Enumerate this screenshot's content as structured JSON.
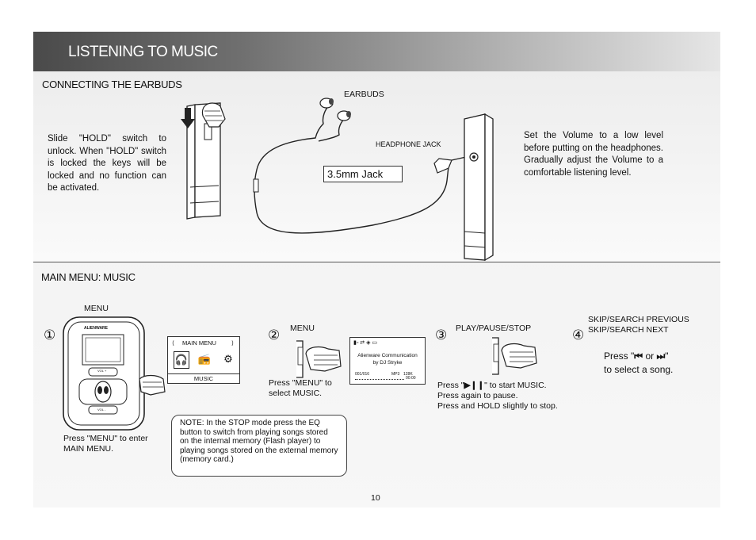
{
  "header": {
    "title": "LISTENING TO MUSIC"
  },
  "earbuds_section": {
    "title": "CONNECTING THE EARBUDS",
    "hold_text": "Slide \"HOLD\" switch to unlock. When \"HOLD\" switch is locked the keys will be locked and no function can be activated.",
    "earbuds_label": "EARBUDS",
    "headphone_jack_label": "HEADPHONE JACK",
    "jack_size": "3.5mm Jack",
    "volume_text": "Set the Volume to a low level before putting on the headphones. Gradually adjust the Volume to a comfortable listening level."
  },
  "menu_section": {
    "title": "MAIN MENU: MUSIC",
    "step1": {
      "number": "①",
      "label": "MENU",
      "caption": "Press \"MENU\" to enter MAIN MENU.",
      "brand": "ALIENWARE",
      "vol_up": "VOL +",
      "vol_down": "VOL -",
      "screen_title": "MAIN MENU",
      "screen_item": "MUSIC"
    },
    "step2": {
      "number": "②",
      "label": "MENU",
      "caption": "Press \"MENU\" to select MUSIC.",
      "screen_line1": "Alienware Communication",
      "screen_line2": "by DJ Stryke",
      "track": "001/016",
      "format": "MP3",
      "bitrate": "128K",
      "time": "00:00"
    },
    "step3": {
      "number": "③",
      "label": "PLAY/PAUSE/STOP",
      "caption_pre": "Press \"",
      "caption_post": "\" to start MUSIC.",
      "line2": "Press again to pause.",
      "line3": "Press and HOLD slightly to stop."
    },
    "step4": {
      "number": "④",
      "label_line1": "SKIP/SEARCH PREVIOUS",
      "label_line2": "SKIP/SEARCH NEXT",
      "caption_pre": "Press \"",
      "caption_or": "or",
      "caption_post": "\"",
      "caption_line2": "to select a song."
    },
    "note": "NOTE: In the STOP mode press the EQ button to switch from playing songs stored on the internal memory (Flash player) to playing songs stored on the external memory (memory card.)"
  },
  "footer": {
    "page_number": "10"
  }
}
